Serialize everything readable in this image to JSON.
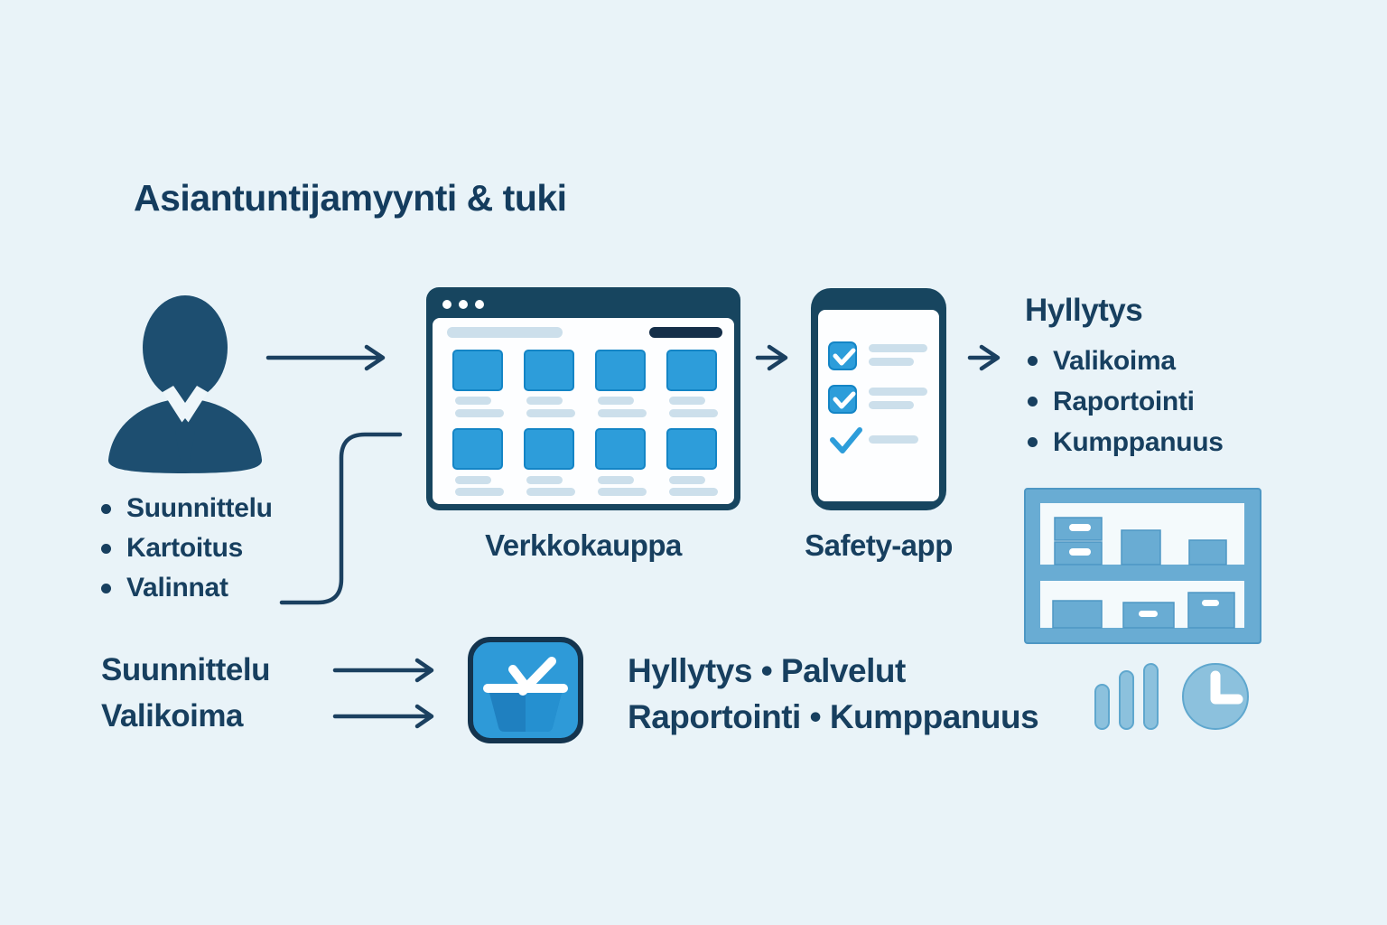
{
  "title": "Asiantuntijamyynti & tuki",
  "person": {
    "bullets": [
      "Suunnittelu",
      "Kartoitus",
      "Valinnat"
    ]
  },
  "webshop": {
    "label": "Verkkokauppa"
  },
  "safety_app": {
    "label": "Safety-app"
  },
  "outcomes": {
    "heading": "Hyllytys",
    "bullets": [
      "Valikoima",
      "Raportointi",
      "Kumppanuus"
    ]
  },
  "bottom_flow": {
    "inputs": [
      "Suunnittelu",
      "Valikoima"
    ],
    "results": [
      "Hyllytys • Palvelut",
      "Raportointi • Kumppanuus"
    ]
  },
  "icons": {
    "person": "businessperson-icon",
    "webshop": "browser-window-icon",
    "app": "phone-checklist-icon",
    "shelf": "store-shelf-icon",
    "basket": "shopping-basket-icon",
    "bars": "bar-chart-icon",
    "clock": "clock-icon"
  },
  "colors": {
    "background": "#e9f3f8",
    "navy": "#17455f",
    "text_navy": "#173f5f",
    "bright_blue": "#2d9dda",
    "bright_blue_border": "#1485c6",
    "pale_line": "#ccdfeb",
    "soft_blue": "#69acd3",
    "lighter_blue": "#8cc1dd"
  }
}
